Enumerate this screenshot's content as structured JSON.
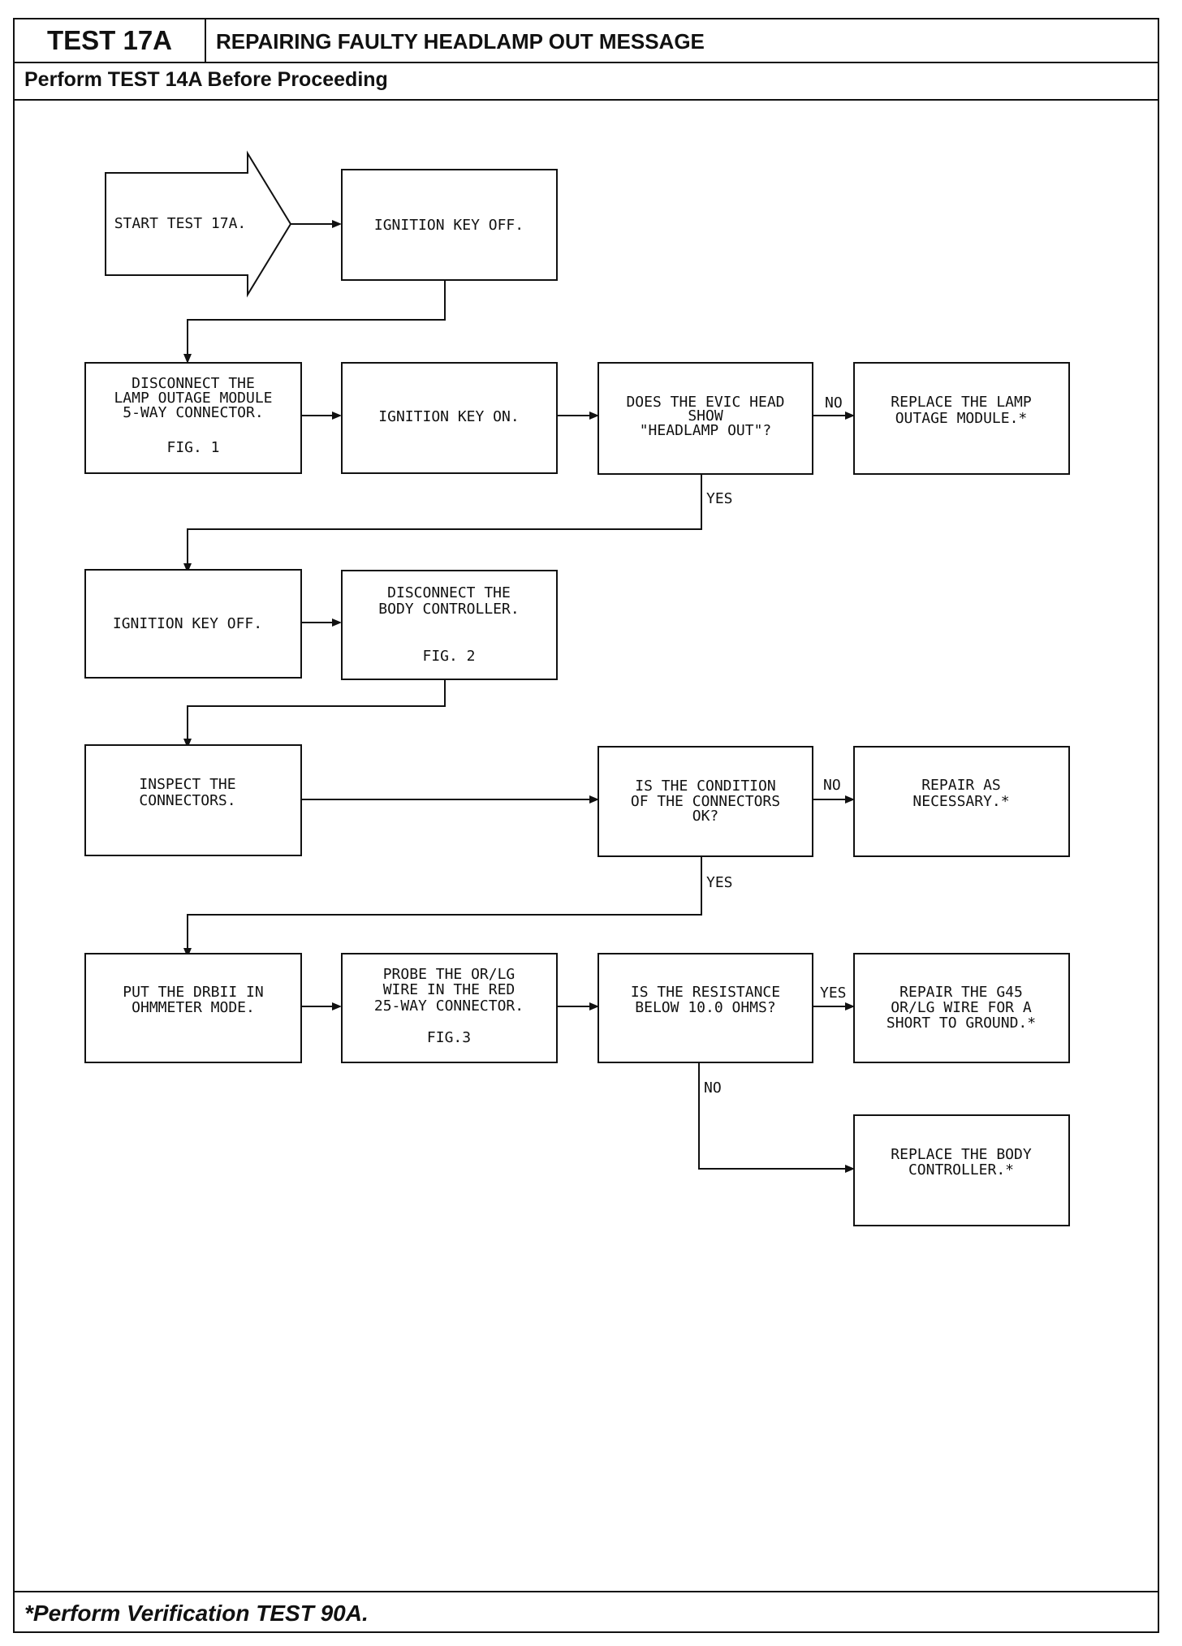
{
  "header": {
    "test_id": "TEST 17A",
    "title": "REPAIRING FAULTY HEADLAMP OUT MESSAGE",
    "prerequisite": "Perform TEST 14A Before Proceeding"
  },
  "footer": "*Perform Verification TEST 90A.",
  "flow": {
    "start": [
      "START TEST 17A."
    ],
    "key_off_1": [
      "IGNITION KEY OFF."
    ],
    "disconnect_lom": [
      "DISCONNECT THE",
      "LAMP OUTAGE MODULE",
      "5-WAY CONNECTOR.",
      "FIG. 1"
    ],
    "key_on": [
      "IGNITION KEY ON."
    ],
    "evic_question": [
      "DOES THE EVIC HEAD",
      "SHOW",
      "\"HEADLAMP OUT\"?"
    ],
    "replace_lom": [
      "REPLACE THE LAMP",
      "OUTAGE MODULE.*"
    ],
    "key_off_2": [
      "IGNITION KEY OFF."
    ],
    "disconnect_body": [
      "DISCONNECT THE",
      "BODY CONTROLLER.",
      "FIG. 2"
    ],
    "inspect": [
      "INSPECT THE",
      "CONNECTORS."
    ],
    "condition_question": [
      "IS THE CONDITION",
      "OF THE CONNECTORS",
      "OK?"
    ],
    "repair_necessary": [
      "REPAIR AS",
      "NECESSARY.*"
    ],
    "drb_mode": [
      "PUT THE DRBII IN",
      "OHMMETER MODE."
    ],
    "probe": [
      "PROBE THE OR/LG",
      "WIRE IN THE RED",
      "25-WAY CONNECTOR.",
      "FIG.3"
    ],
    "resistance_question": [
      "IS THE RESISTANCE",
      "BELOW 10.0 OHMS?"
    ],
    "repair_g45": [
      "REPAIR THE G45",
      "OR/LG WIRE FOR A",
      "SHORT TO GROUND.*"
    ],
    "replace_body": [
      "REPLACE THE BODY",
      "CONTROLLER.*"
    ]
  },
  "labels": {
    "no_1": "NO",
    "yes_1": "YES",
    "no_2": "NO",
    "yes_2": "YES",
    "yes_3": "YES",
    "no_3": "NO"
  }
}
